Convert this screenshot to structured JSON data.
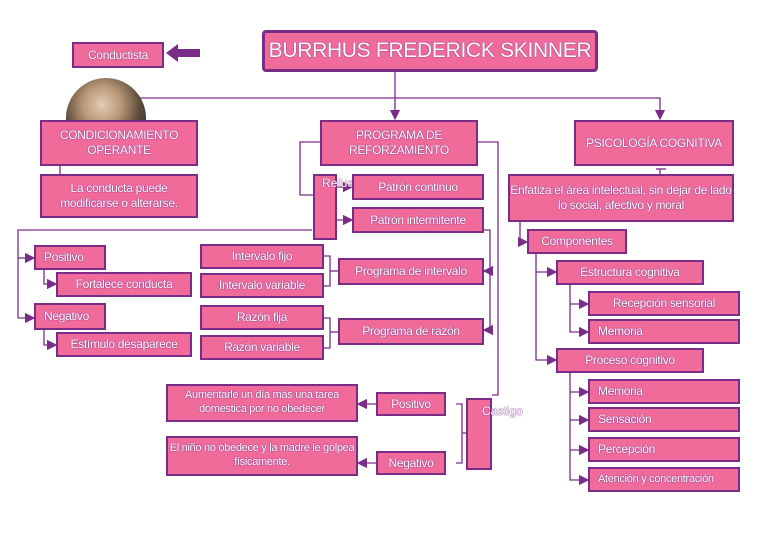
{
  "title": "BURRHUS FREDERICK SKINNER",
  "school": "Conductista",
  "branches": {
    "condicionamiento": {
      "title": "CONDICIONAMIENTO OPERANTE",
      "description": "La conducta puede modificarse o alterarse.",
      "positivo": "Positivo",
      "positivo_desc": "Fortalece conducta",
      "negativo": "Negativo",
      "negativo_desc": "Estímulo desaparece"
    },
    "programa": {
      "title": "PROGRAMA DE REFORZAMIENTO",
      "refuerzo": "Refuerzo",
      "patron_continuo": "Patrón continuo",
      "patron_intermitente": "Patrón intermitente",
      "intervalo_fijo": "Intervalo fijo",
      "intervalo_variable": "Intervalo variable",
      "programa_intervalo": "Programa de intervalo",
      "razon_fija": "Razón fija",
      "razon_variable": "Razón variable",
      "programa_razon": "Programa de razón",
      "castigo": "Castigo",
      "castigo_positivo": "Positivo",
      "castigo_negativo": "Negativo",
      "ejemplo_positivo": "Aumentarle un día más una tarea domestica por no obedecer",
      "ejemplo_negativo": "El niño no obedece y la madre le golpea físicamente."
    },
    "psicologia": {
      "title": "PSICOLOGÍA COGNITIVA",
      "description": "Enfatiza el área intelectual, sin dejar de lado lo social, afectivo y moral",
      "componentes": "Componentes",
      "estructura": "Estructura cognitiva",
      "recepcion": "Recepción sensorial",
      "memoria_1": "Memoria",
      "proceso": "Proceso cognitivo",
      "memoria_2": "Memoria",
      "sensacion": "Sensación",
      "percepcion": "Percepción",
      "atencion": "Atención y concentración"
    }
  },
  "colors": {
    "box_fill": "#f06a9a",
    "border": "#7a2d86",
    "text": "#ffffff"
  }
}
